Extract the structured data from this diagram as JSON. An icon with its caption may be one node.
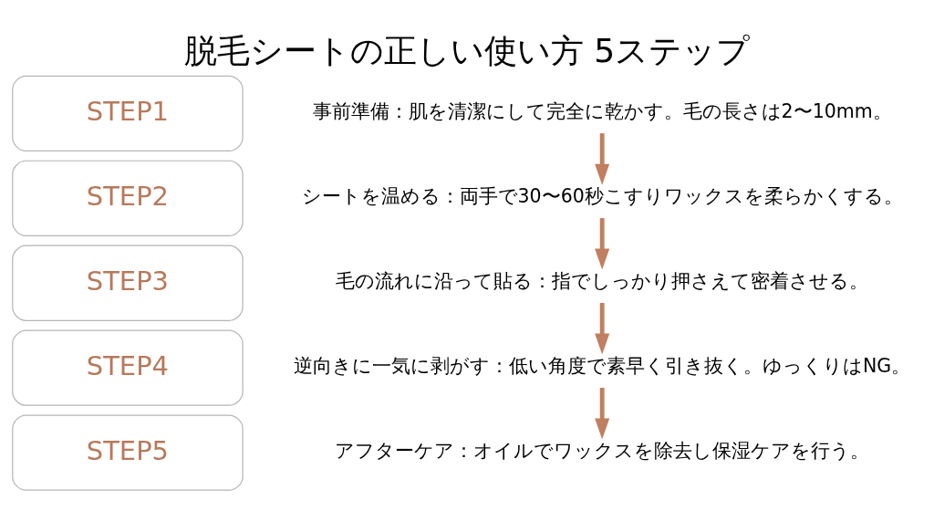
{
  "diagram": {
    "title": "脱毛シートの正しい使い方 5ステップ",
    "nodes": [
      {
        "text": [
          "STEP1"
        ]
      },
      {
        "text": [
          "事前準備：肌を清潔にして完全に乾かす。毛の長さは2〜10mm。"
        ]
      },
      {
        "text": [
          "STEP2"
        ]
      },
      {
        "text": [
          "シートを温める：両手で30〜60秒こすりワックスを柔らかくする。"
        ]
      },
      {
        "text": [
          "STEP3"
        ]
      },
      {
        "text": [
          "毛の流れに沿って貼る：指でしっかり押さえて密着させる。"
        ]
      },
      {
        "text": [
          "STEP4"
        ]
      },
      {
        "text": [
          "逆向きに一気に剥がす：低い角度で素早く引き抜く。ゆっくりはNG。"
        ]
      },
      {
        "text": [
          "STEP5"
        ]
      },
      {
        "text": [
          "アフターケア：オイルでワックスを除去し保湿ケアを行う。"
        ]
      }
    ],
    "edges": [
      {
        "from": 1,
        "to": 3,
        "arrow": "to"
      },
      {
        "from": 3,
        "to": 5,
        "arrow": "to"
      },
      {
        "from": 5,
        "to": 7,
        "arrow": "to"
      },
      {
        "from": 7,
        "to": 9,
        "arrow": "to"
      }
    ]
  }
}
